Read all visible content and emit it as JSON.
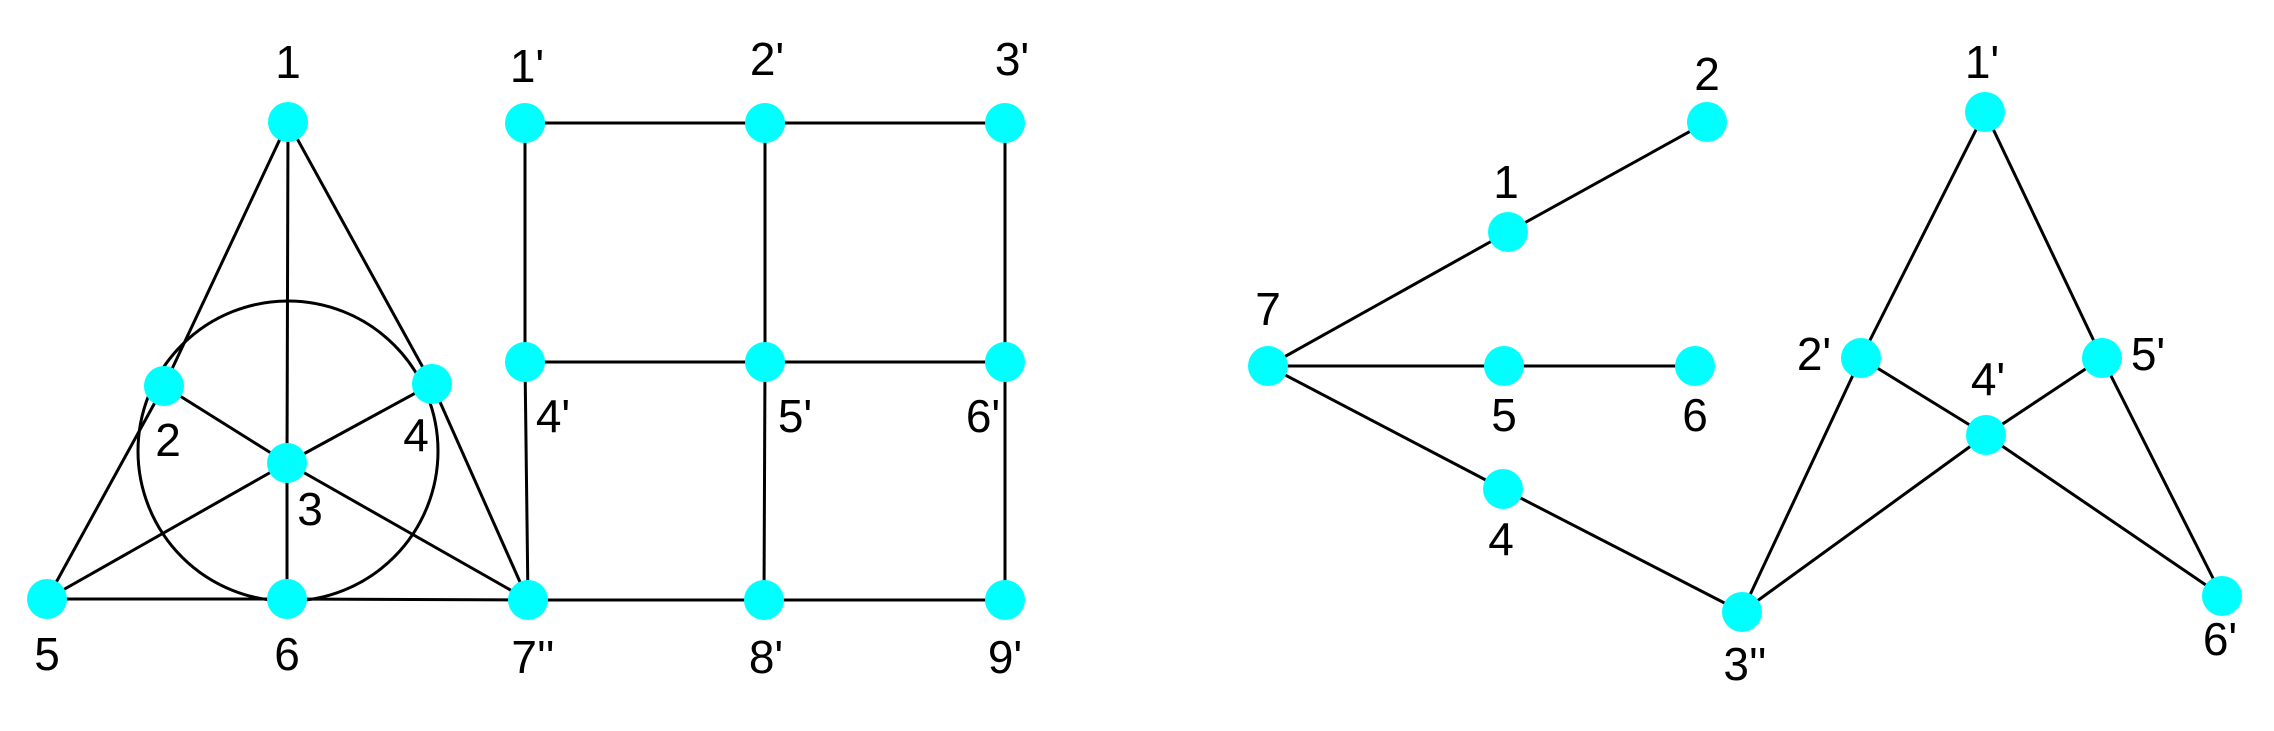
{
  "colors": {
    "node": "#00ffff",
    "edge": "#000000",
    "text": "#000000",
    "background": "#ffffff"
  },
  "figures": [
    {
      "id": "fano-plane",
      "nodes": [
        {
          "id": "1",
          "label": "1"
        },
        {
          "id": "2",
          "label": "2"
        },
        {
          "id": "3",
          "label": "3"
        },
        {
          "id": "4",
          "label": "4"
        },
        {
          "id": "5",
          "label": "5"
        },
        {
          "id": "6",
          "label": "6"
        }
      ],
      "edges": [
        [
          "1",
          "2"
        ],
        [
          "2",
          "5"
        ],
        [
          "1",
          "4"
        ],
        [
          "1",
          "3"
        ],
        [
          "3",
          "6"
        ],
        [
          "5",
          "6"
        ],
        [
          "2",
          "3"
        ],
        [
          "3",
          "4"
        ],
        [
          "5",
          "3"
        ]
      ],
      "circle": true
    },
    {
      "id": "grid-graph",
      "nodes": [
        {
          "id": "1'",
          "label": "1'"
        },
        {
          "id": "2'",
          "label": "2'"
        },
        {
          "id": "3'",
          "label": "3'"
        },
        {
          "id": "4'",
          "label": "4'"
        },
        {
          "id": "5'",
          "label": "5'"
        },
        {
          "id": "6'",
          "label": "6'"
        },
        {
          "id": "7''",
          "label": "7''"
        },
        {
          "id": "8'",
          "label": "8'"
        },
        {
          "id": "9'",
          "label": "9'"
        }
      ],
      "edges": [
        [
          "1'",
          "2'"
        ],
        [
          "2'",
          "3'"
        ],
        [
          "4'",
          "5'"
        ],
        [
          "5'",
          "6'"
        ],
        [
          "7''",
          "8'"
        ],
        [
          "8'",
          "9'"
        ],
        [
          "1'",
          "4'"
        ],
        [
          "4'",
          "7''"
        ],
        [
          "2'",
          "5'"
        ],
        [
          "5'",
          "8'"
        ],
        [
          "3'",
          "6'"
        ],
        [
          "6'",
          "9'"
        ]
      ]
    },
    {
      "id": "tree-graph",
      "nodes": [
        {
          "id": "7",
          "label": "7"
        },
        {
          "id": "1",
          "label": "1"
        },
        {
          "id": "2",
          "label": "2"
        },
        {
          "id": "5",
          "label": "5"
        },
        {
          "id": "6",
          "label": "6"
        },
        {
          "id": "4",
          "label": "4"
        }
      ],
      "edges": [
        [
          "7",
          "1"
        ],
        [
          "1",
          "2"
        ],
        [
          "7",
          "5"
        ],
        [
          "5",
          "6"
        ],
        [
          "7",
          "4"
        ]
      ]
    },
    {
      "id": "bowtie-graph",
      "nodes": [
        {
          "id": "1'",
          "label": "1'"
        },
        {
          "id": "2'",
          "label": "2'"
        },
        {
          "id": "4'",
          "label": "4'"
        },
        {
          "id": "5'",
          "label": "5'"
        },
        {
          "id": "3''",
          "label": "3''"
        },
        {
          "id": "6'",
          "label": "6'"
        }
      ],
      "edges": [
        [
          "1'",
          "2'"
        ],
        [
          "1'",
          "5'"
        ],
        [
          "2'",
          "3''"
        ],
        [
          "2'",
          "4'"
        ],
        [
          "5'",
          "4'"
        ],
        [
          "5'",
          "6'"
        ],
        [
          "4'",
          "3''"
        ],
        [
          "4'",
          "6'"
        ]
      ]
    }
  ],
  "cross_edges": [
    {
      "from_figure": "fano-plane",
      "from": "3",
      "to_figure": "grid-graph",
      "to": "7''"
    },
    {
      "from_figure": "fano-plane",
      "from": "4",
      "to_figure": "grid-graph",
      "to": "7''"
    },
    {
      "from_figure": "fano-plane",
      "from": "6",
      "to_figure": "grid-graph",
      "to": "7''"
    },
    {
      "from_figure": "tree-graph",
      "from": "4",
      "to_figure": "bowtie-graph",
      "to": "3''"
    }
  ]
}
